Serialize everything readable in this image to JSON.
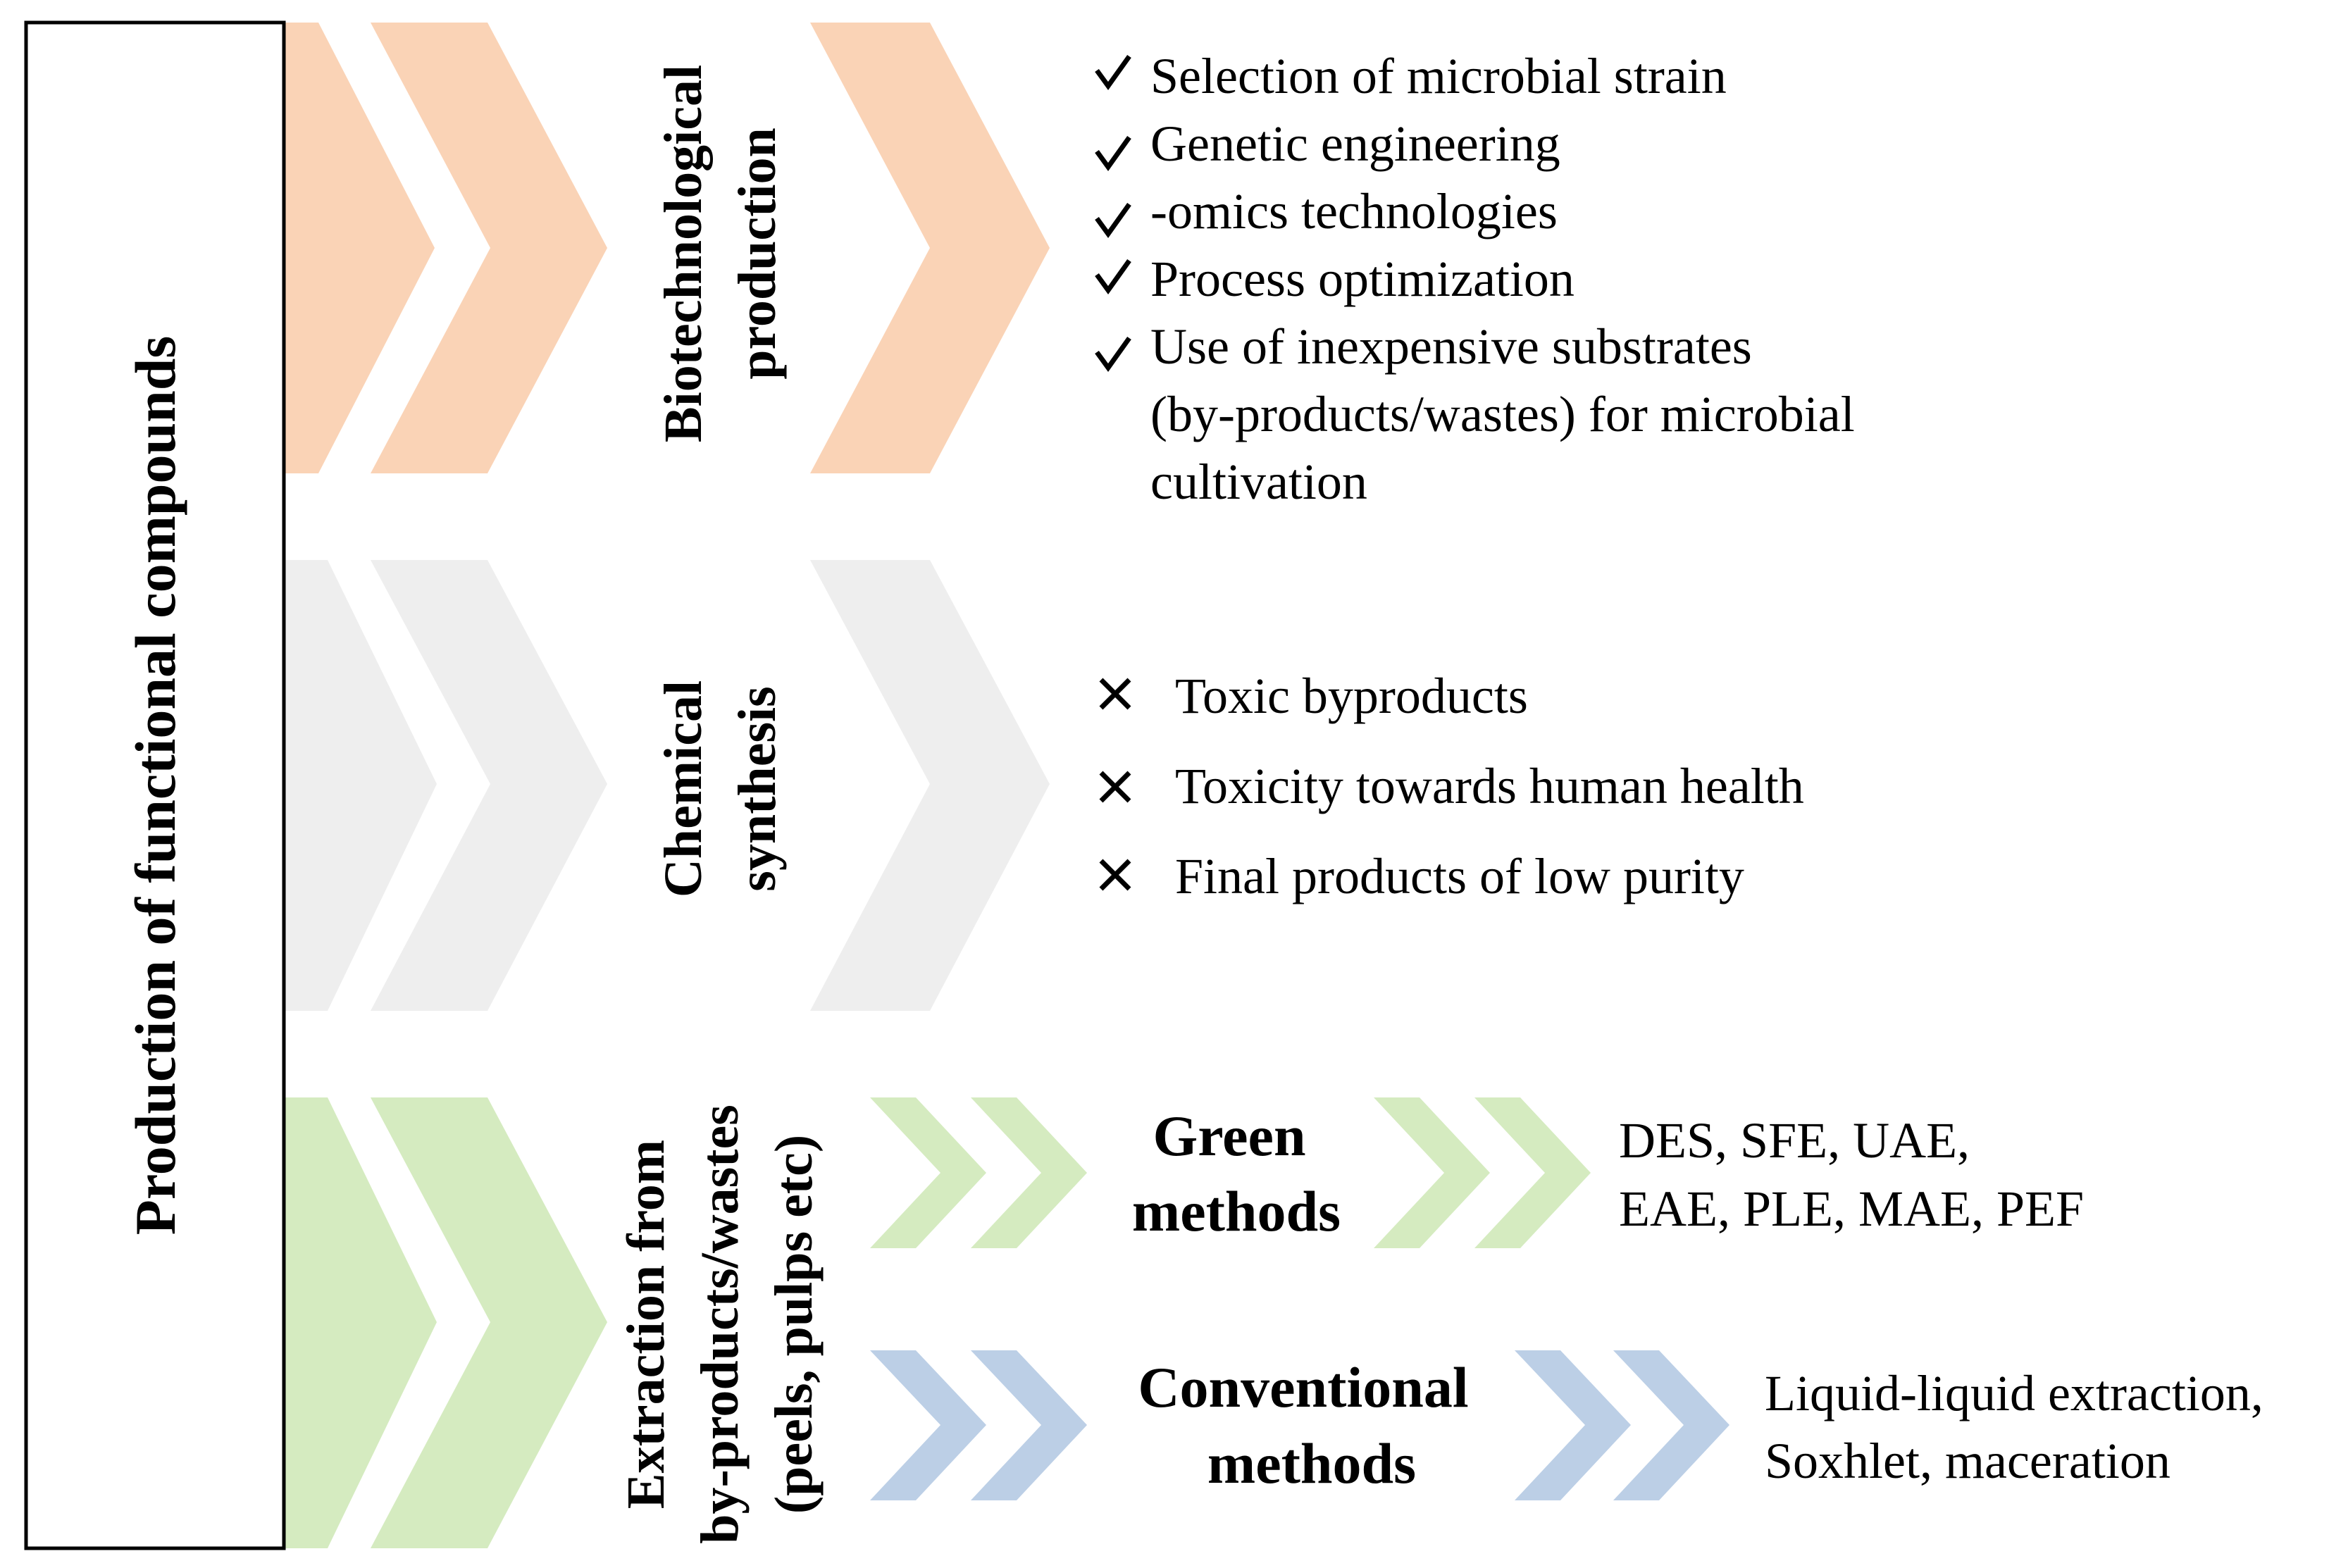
{
  "colors": {
    "biotech": "#FAD3B6",
    "chemical": "#EEEEEE",
    "extraction": "#D5EBC0",
    "green": "#D5EBC0",
    "conventional": "#BCCFE6",
    "border": "#000000"
  },
  "main_label": "Production of functional compounds",
  "biotech": {
    "label_line1": "Biotechnological",
    "label_line2": "production",
    "mark_icon": "checkmark-icon",
    "items": [
      "Selection of microbial strain",
      "Genetic engineering",
      "-omics technologies",
      "Process optimization",
      "Use of inexpensive substrates"
    ],
    "item5_line2": "(by-products/wastes) for microbial",
    "item5_line3": "cultivation"
  },
  "chemical": {
    "label_line1": "Chemical",
    "label_line2": "synthesis",
    "mark_icon": "cross-icon",
    "items": [
      "Toxic byproducts",
      "Toxicity towards human health",
      "Final products of low purity"
    ]
  },
  "extraction": {
    "label_line1": "Extraction from",
    "label_line2": "by-products/wastes",
    "label_line3": "(peels, pulps etc)",
    "green": {
      "title_line1": "Green",
      "title_line2": "methods",
      "desc_line1": "DES, SFE, UAE,",
      "desc_line2": "EAE, PLE, MAE, PEF"
    },
    "conventional": {
      "title_line1": "Conventional",
      "title_line2": "methods",
      "desc_line1": "Liquid-liquid extraction,",
      "desc_line2": "Soxhlet, maceration"
    }
  }
}
